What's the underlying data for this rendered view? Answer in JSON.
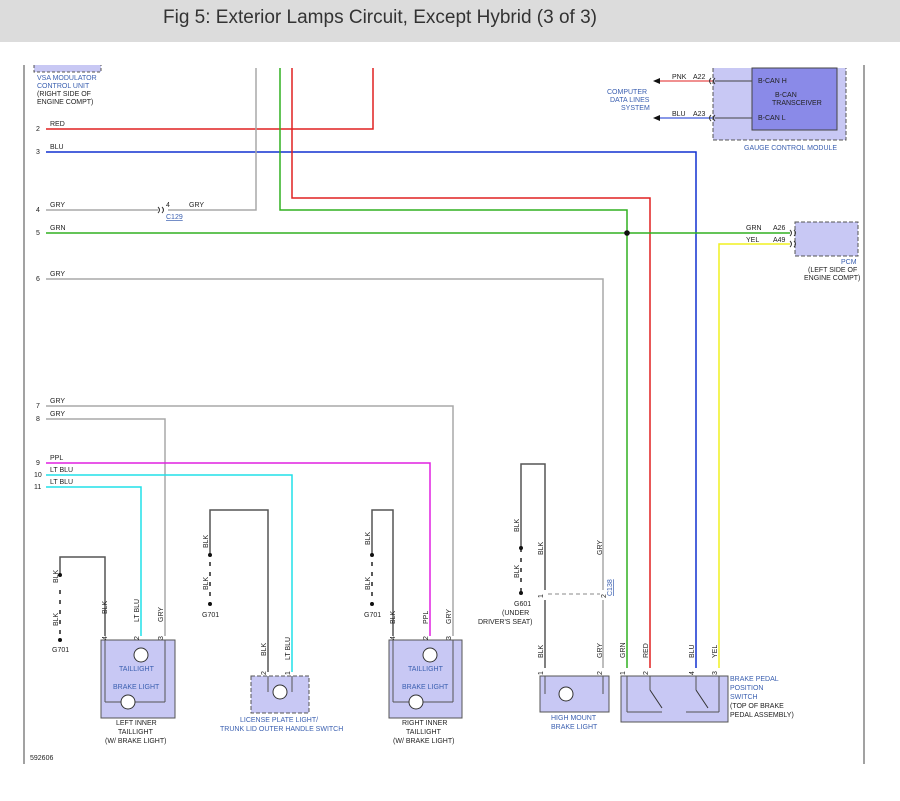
{
  "title": "Fig 5: Exterior Lamps Circuit, Except Hybrid (3 of 3)",
  "figure_id": "592606",
  "wire_colors": {
    "red": "#e02020",
    "blue": "#1030d0",
    "green": "#30b020",
    "gray": "#a8a8a8",
    "dgray": "#555555",
    "magenta": "#e020e0",
    "cyan": "#20e0e8",
    "yellow": "#f0f020",
    "comp_fill": "#c8c8f4"
  },
  "vsa": {
    "l1": "VSA MODULATOR",
    "l2": "CONTROL UNIT",
    "l3": "(RIGHT SIDE OF",
    "l4": "ENGINE COMPT)"
  },
  "left_pins": [
    {
      "n": "2",
      "c": "RED"
    },
    {
      "n": "3",
      "c": "BLU"
    },
    {
      "n": "4",
      "c": "GRY"
    },
    {
      "n": "5",
      "c": "GRN"
    },
    {
      "n": "6",
      "c": "GRY"
    },
    {
      "n": "7",
      "c": "GRY"
    },
    {
      "n": "8",
      "c": "GRY"
    },
    {
      "n": "9",
      "c": "PPL"
    },
    {
      "n": "10",
      "c": "LT BLU"
    },
    {
      "n": "11",
      "c": "LT BLU"
    }
  ],
  "c129": {
    "pin": "4",
    "color": "GRY",
    "name": "C129"
  },
  "gauge": {
    "title": "GAUGE CONTROL MODULE",
    "transceiver1": "B-CAN",
    "transceiver2": "TRANSCEIVER",
    "h": "B-CAN H",
    "l": "B-CAN L",
    "pin_h": "A22",
    "pin_l": "A23",
    "wire_h": "PNK",
    "wire_l": "BLU",
    "sys1": "COMPUTER",
    "sys2": "DATA LINES",
    "sys3": "SYSTEM"
  },
  "pcm": {
    "name": "PCM",
    "loc1": "(LEFT SIDE OF",
    "loc2": "ENGINE COMPT)",
    "pin_grn": "A26",
    "pin_yel": "A49",
    "wire_grn": "GRN",
    "wire_yel": "YEL"
  },
  "ground": {
    "g701": "G701",
    "g601": "G601",
    "g601_l1": "(UNDER",
    "g601_l2": "DRIVER'S SEAT)",
    "blk": "BLK"
  },
  "c138": "C138",
  "left_tail": {
    "l1": "LEFT INNER",
    "l2": "TAILLIGHT",
    "l3": "(W/ BRAKE LIGHT)",
    "tail": "TAILLIGHT",
    "brake": "BRAKE LIGHT",
    "p4": "4",
    "p2": "2",
    "p3": "3",
    "w4": "BLK",
    "w2": "LT BLU",
    "w3": "GRY"
  },
  "plate": {
    "l1": "LICENSE PLATE LIGHT/",
    "l2": "TRUNK LID OUTER HANDLE SWITCH",
    "p2": "2",
    "p1": "1",
    "w2": "BLK",
    "w1": "LT BLU"
  },
  "right_tail": {
    "l1": "RIGHT INNER",
    "l2": "TAILLIGHT",
    "l3": "(W/ BRAKE LIGHT)",
    "tail": "TAILLIGHT",
    "brake": "BRAKE LIGHT",
    "p4": "4",
    "p2": "2",
    "p3": "3",
    "w4": "BLK",
    "w2": "PPL",
    "w3": "GRY"
  },
  "hmsl": {
    "l1": "HIGH MOUNT",
    "l2": "BRAKE LIGHT",
    "p1": "1",
    "p2": "2",
    "w1": "BLK",
    "w2": "GRY"
  },
  "bpp": {
    "l1": "BRAKE PEDAL",
    "l2": "POSITION",
    "l3": "SWITCH",
    "l4": "(TOP OF BRAKE",
    "l5": "PEDAL ASSEMBLY)",
    "p1": "1",
    "p2": "2",
    "p4": "4",
    "p3": "3",
    "w1": "GRN",
    "w2": "RED",
    "w4": "BLU",
    "w3": "YEL"
  }
}
